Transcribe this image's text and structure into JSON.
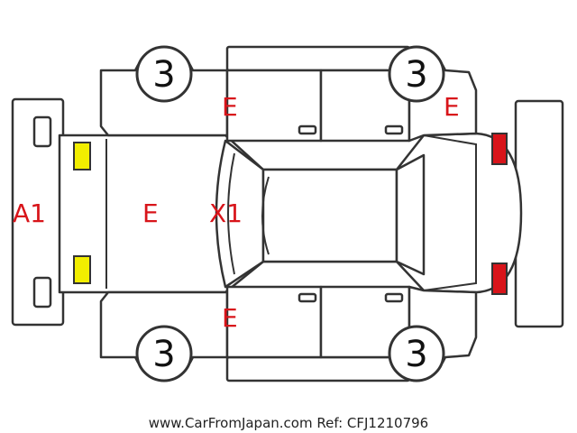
{
  "diagram": {
    "tires": {
      "front_left": "3",
      "front_right": "3",
      "rear_left": "3",
      "rear_right": "3"
    },
    "marks": {
      "front_bumper": "A1",
      "hood": "E",
      "windshield": "X1",
      "left_front_fender": "E",
      "left_rear_panel": "E",
      "right_front_fender": "E"
    },
    "lamps": {
      "front_color": "#f2ee00",
      "rear_color": "#d8141a"
    },
    "mark_color": "#d8141a"
  },
  "footer": {
    "source": "www.CarFromJapan.com Ref: CFJ1210796"
  }
}
